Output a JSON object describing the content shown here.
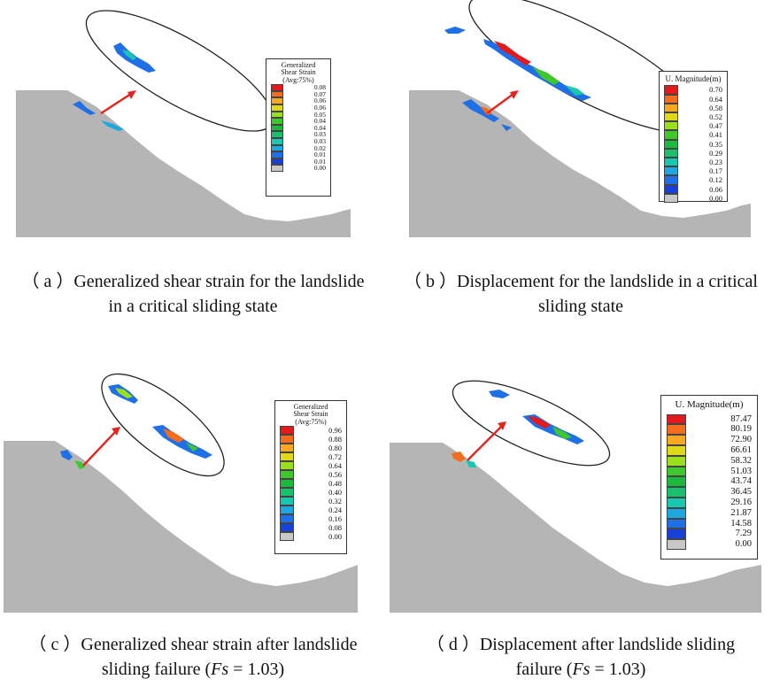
{
  "colors": {
    "ground": "#b5b5b5",
    "arrow": "#e8231c",
    "scale_a": [
      "#e31a1c",
      "#f46d1f",
      "#f9a825",
      "#e0d91a",
      "#9be01f",
      "#3fc82e",
      "#1db93e",
      "#19c06d",
      "#1ac8b0",
      "#1ea7e0",
      "#1f6fe6",
      "#1740d8",
      "#c8c8c8"
    ],
    "scale_b": [
      "#e31a1c",
      "#f46d1f",
      "#f9a825",
      "#e0d91a",
      "#9be01f",
      "#3fc82e",
      "#1db93e",
      "#19c06d",
      "#1ac8b0",
      "#1ea7e0",
      "#1f6fe6",
      "#1740d8",
      "#c8c8c8"
    ]
  },
  "panels": [
    {
      "caption_line1": "（ a ）Generalized shear strain for the landslide",
      "caption_line2": "in a critical sliding state",
      "legend_title": [
        "Generalized",
        "Shear Strain",
        "(Avg:75%)"
      ],
      "legend_values": [
        "0.08",
        "0.07",
        "0.06",
        "0.06",
        "0.05",
        "0.04",
        "0.04",
        "0.03",
        "0.03",
        "0.02",
        "0.01",
        "0.01",
        "0.00"
      ]
    },
    {
      "caption_line1": "（ b ）Displacement for the landslide in a critical",
      "caption_line2": "sliding state",
      "legend_title": [
        "U. Magnitude(m)"
      ],
      "legend_values": [
        "0.70",
        "0.64",
        "0.58",
        "0.52",
        "0.47",
        "0.41",
        "0.35",
        "0.29",
        "0.23",
        "0.17",
        "0.12",
        "0.06",
        "0.00"
      ]
    },
    {
      "caption_line1": "（ c ）Generalized shear strain after landslide",
      "caption_line2_pre": "sliding failure (",
      "caption_fs": "Fs",
      "caption_line2_post": " = 1.03)",
      "legend_title": [
        "Generalized",
        "Shear Strain",
        "(Avg:75%)"
      ],
      "legend_values": [
        "0.96",
        "0.88",
        "0.80",
        "0.72",
        "0.64",
        "0.56",
        "0.48",
        "0.40",
        "0.32",
        "0.24",
        "0.16",
        "0.08",
        "0.00"
      ]
    },
    {
      "caption_line1": "（ d ）Displacement after landslide sliding",
      "caption_line2_pre": "failure (",
      "caption_fs": "Fs",
      "caption_line2_post": " = 1.03)",
      "legend_title": [
        "U. Magnitude(m)"
      ],
      "legend_values": [
        "87.47",
        "80.19",
        "72.90",
        "66.61",
        "58.32",
        "51.03",
        "43.74",
        "36.45",
        "29.16",
        "21.87",
        "14.58",
        "7.29",
        "0.00"
      ]
    }
  ]
}
